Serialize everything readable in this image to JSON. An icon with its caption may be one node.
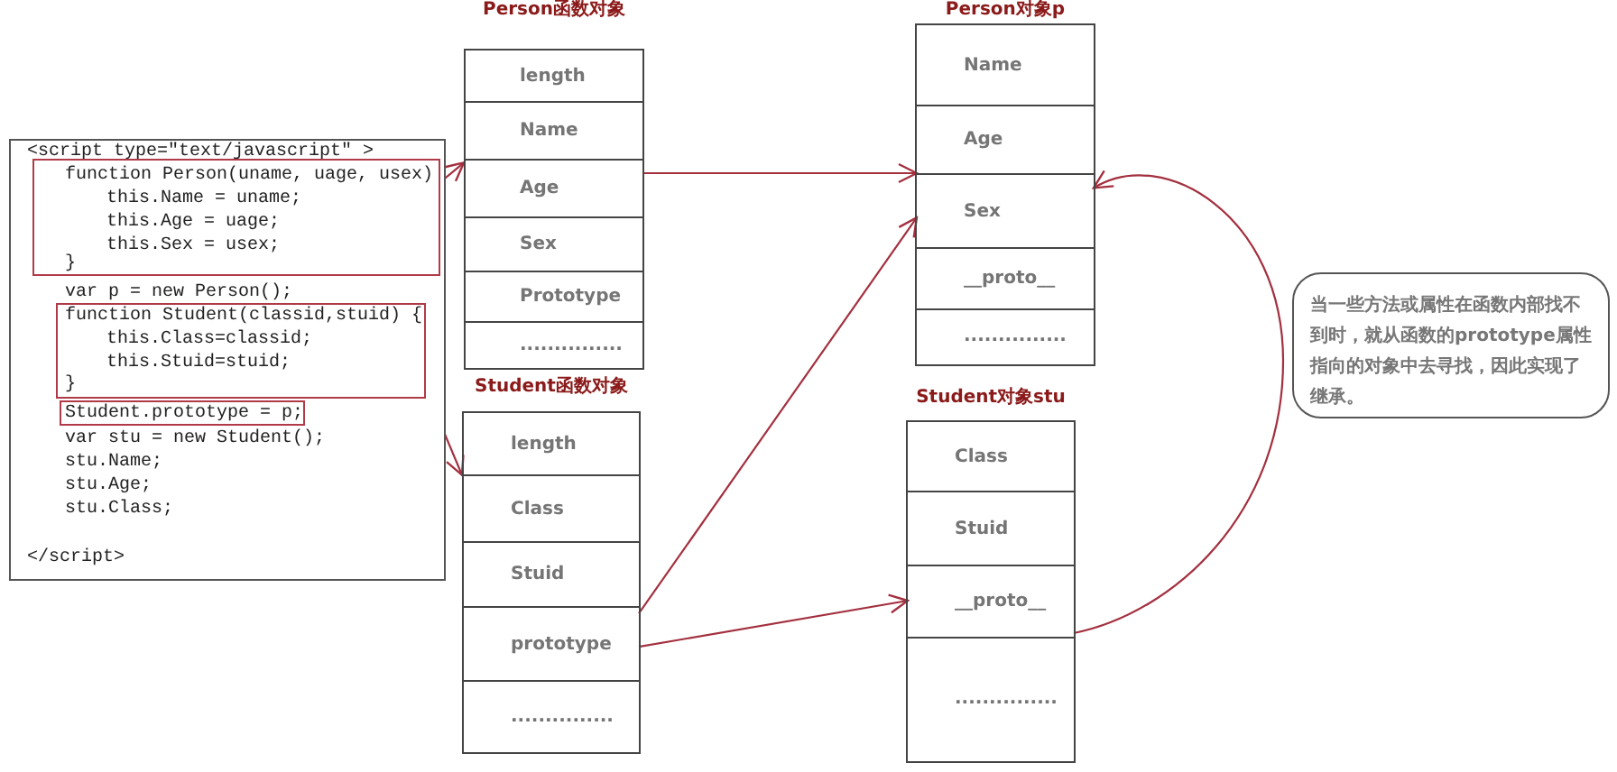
{
  "diagram": {
    "nodes": [
      {
        "text": [
          "<script type=\"text/javascript\" >",
          "var p = new Person();",
          "var stu = new Student();",
          "stu.Name;",
          "stu.Age;",
          "stu.Class;",
          "</script>"
        ]
      },
      {
        "text": [
          "function Person(uname, uage, usex)",
          "this.Name = uname;",
          "this.Age = uage;",
          "this.Sex = usex;",
          "}"
        ],
        "in": 0
      },
      {
        "text": [
          "function Student(classid,stuid) {",
          "this.Class=classid;",
          "this.Stuid=stuid;",
          "}"
        ],
        "in": 0
      },
      {
        "text": [
          "Student.prototype = p;"
        ],
        "in": 0
      },
      {
        "text": [
          "Person函数对象"
        ]
      },
      {
        "text": [
          "length"
        ],
        "in": 4
      },
      {
        "text": [
          "Name"
        ],
        "in": 4
      },
      {
        "text": [
          "Age"
        ],
        "in": 4
      },
      {
        "text": [
          "Sex"
        ],
        "in": 4
      },
      {
        "text": [
          "Prototype"
        ],
        "in": 4
      },
      {
        "text": [
          "..............."
        ],
        "in": 4
      },
      {
        "text": [
          "Person对象p"
        ]
      },
      {
        "text": [
          "Name"
        ],
        "in": 11
      },
      {
        "text": [
          "Age"
        ],
        "in": 11
      },
      {
        "text": [
          "Sex"
        ],
        "in": 11
      },
      {
        "text": [
          "__proto__"
        ],
        "in": 11
      },
      {
        "text": [
          "..............."
        ],
        "in": 11
      },
      {
        "text": [
          "Student函数对象"
        ]
      },
      {
        "text": [
          "length"
        ],
        "in": 17
      },
      {
        "text": [
          "Class"
        ],
        "in": 17
      },
      {
        "text": [
          "Stuid"
        ],
        "in": 17
      },
      {
        "text": [
          "prototype"
        ],
        "in": 17
      },
      {
        "text": [
          "..............."
        ],
        "in": 17
      },
      {
        "text": [
          "Student对象stu"
        ]
      },
      {
        "text": [
          "Class"
        ],
        "in": 23
      },
      {
        "text": [
          "Stuid"
        ],
        "in": 23
      },
      {
        "text": [
          "__proto__"
        ],
        "in": 23
      },
      {
        "text": [
          "..............."
        ],
        "in": 23
      },
      {
        "text": [
          "当一些方法或属性在函数内部找不到时，就从函数的prototype属性指向的对象中去寻找，因此实现了继承。"
        ]
      }
    ],
    "edges": [
      {
        "from": 1,
        "to": 4,
        "arrow": "to"
      },
      {
        "from": 2,
        "to": 17,
        "arrow": "to"
      },
      {
        "from": 7,
        "to": 13,
        "arrow": "to"
      },
      {
        "from": 21,
        "to": 14,
        "arrow": "to"
      },
      {
        "from": 21,
        "to": 26,
        "arrow": "to"
      },
      {
        "from": 26,
        "to": 14,
        "arrow": "to"
      }
    ]
  }
}
